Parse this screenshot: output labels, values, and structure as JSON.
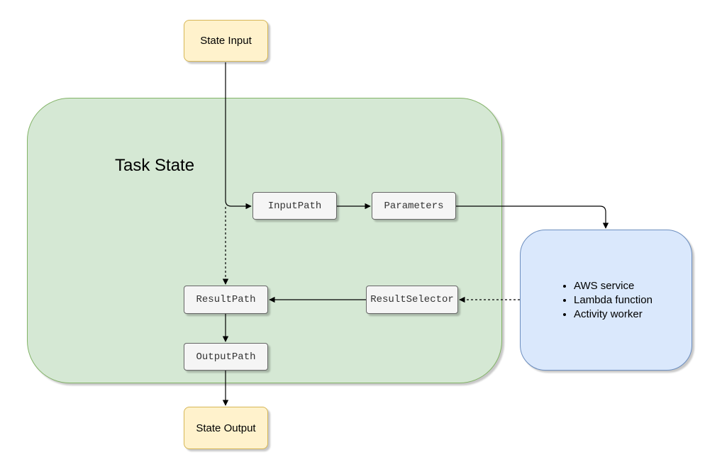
{
  "diagram": {
    "state_input": "State Input",
    "state_output": "State Output",
    "task_state": {
      "title": "Task State",
      "steps": {
        "input_path": "InputPath",
        "parameters": "Parameters",
        "result_selector": "ResultSelector",
        "result_path": "ResultPath",
        "output_path": "OutputPath"
      }
    },
    "targets": [
      "AWS service",
      "Lambda function",
      "Activity worker"
    ]
  },
  "colors": {
    "terminal_fill": "#fff2cc",
    "terminal_border": "#d6b656",
    "task_fill": "#d5e8d4",
    "task_border": "#82b366",
    "target_fill": "#dae8fc",
    "target_border": "#6c8ebf",
    "step_fill": "#f5f5f5",
    "step_border": "#666666"
  }
}
